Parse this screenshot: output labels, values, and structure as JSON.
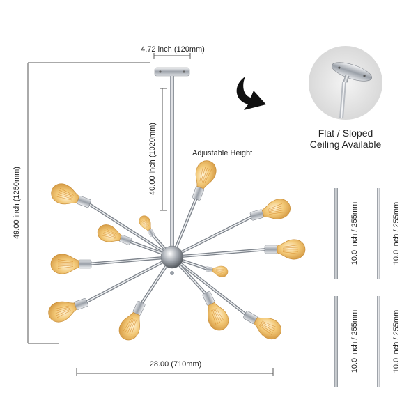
{
  "dimensions": {
    "canopy_width": "4.72 inch (120mm)",
    "total_height": "49.00 inch (1250mm)",
    "rod_height": "40.00 inch (1020mm)",
    "overall_width": "28.00 (710mm)"
  },
  "callouts": {
    "adjustable_height": "Adjustable Height",
    "ceiling_line1": "Flat / Sloped",
    "ceiling_line2": "Ceiling Available"
  },
  "extension_rods": [
    {
      "label": "10.0 inch / 255mm"
    },
    {
      "label": "10.0 inch / 255mm"
    },
    {
      "label": "10.0 inch / 255mm"
    },
    {
      "label": "10.0 inch / 255mm"
    }
  ],
  "colors": {
    "chrome": "#c8ccd2",
    "bulb_glass": "#f3c978",
    "filament": "#d68a2a",
    "dimension_line": "#555555"
  }
}
